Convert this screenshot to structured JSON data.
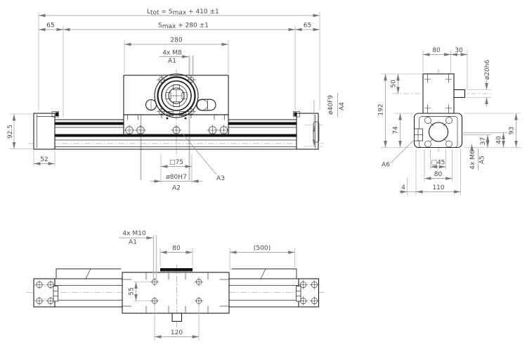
{
  "front": {
    "ltot_l": "L",
    "ltot_lsub": "tot",
    "ltot_eq": " =  S",
    "ltot_msub": "max",
    "ltot_rest": " +  410  ±1",
    "smax_s": "S",
    "smax_sub": "max",
    "smax_rest": " +  280  ±1",
    "d65_left": "65",
    "d65_right": "65",
    "d280": "280",
    "m8": "4x M8",
    "a1": "A1",
    "d925": "92.5",
    "d52": "52",
    "sq75": "□75",
    "d80h7": "ø80H7",
    "a2": "A2",
    "a3": "A3",
    "d40f9": "ø40F9",
    "a4": "A4"
  },
  "side": {
    "d80_top": "80",
    "d30": "30",
    "d20h6": "ø20h6",
    "d50": "50",
    "d192": "192",
    "d74": "74",
    "d93": "93",
    "d37": "37",
    "d40": "40",
    "sq45": "□45",
    "m6": "4x M6",
    "a5": "A5",
    "d80_bottom": "80",
    "d110": "110",
    "d4": "4",
    "a6": "A6"
  },
  "bottom": {
    "m10": "4x M10",
    "a1": "A1",
    "d80": "80",
    "d500": "(500)",
    "d55": "55",
    "d120": "120"
  }
}
